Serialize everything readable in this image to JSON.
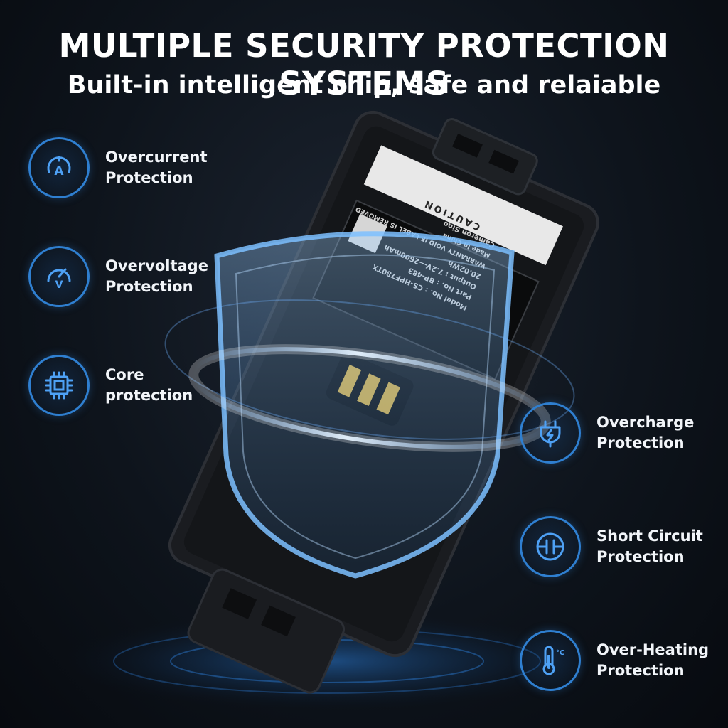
{
  "header": {
    "title": "MULTIPLE SECURITY PROTECTION SYSTEMS",
    "subtitle": "Built-in intelligent chip, safe and relaiable"
  },
  "features": {
    "overcurrent": {
      "line1": "Overcurrent",
      "line2": "Protection",
      "icon": "ampere-gauge-icon",
      "glyph": "A"
    },
    "overvoltage": {
      "line1": "Overvoltage",
      "line2": "Protection",
      "icon": "voltage-gauge-icon",
      "glyph": "V"
    },
    "core": {
      "line1": "Core",
      "line2": "protection",
      "icon": "chip-icon"
    },
    "overcharge": {
      "line1": "Overcharge",
      "line2": "Protection",
      "icon": "charging-plug-icon"
    },
    "short_circuit": {
      "line1": "Short Circuit",
      "line2": "Protection",
      "icon": "short-circuit-icon"
    },
    "over_heating": {
      "line1": "Over-Heating",
      "line2": "Protection",
      "icon": "thermometer-icon",
      "unit": "°C"
    }
  },
  "battery_label": {
    "caution_top": "CAUTION",
    "model": "Model No. : CS-HPF780TX",
    "part": "Part No. : BP-483",
    "output": "Output : 7.2V---2600mAh",
    "energy": "20.02Wh",
    "warranty": "WARRANTY VOID IF LABEL IS REMOVED",
    "brand": "Cameron Sino",
    "origin": "Made In China"
  },
  "colors": {
    "accent": "#2f7fd0",
    "shield": "#6fb2ff",
    "background": "#0e141c"
  }
}
